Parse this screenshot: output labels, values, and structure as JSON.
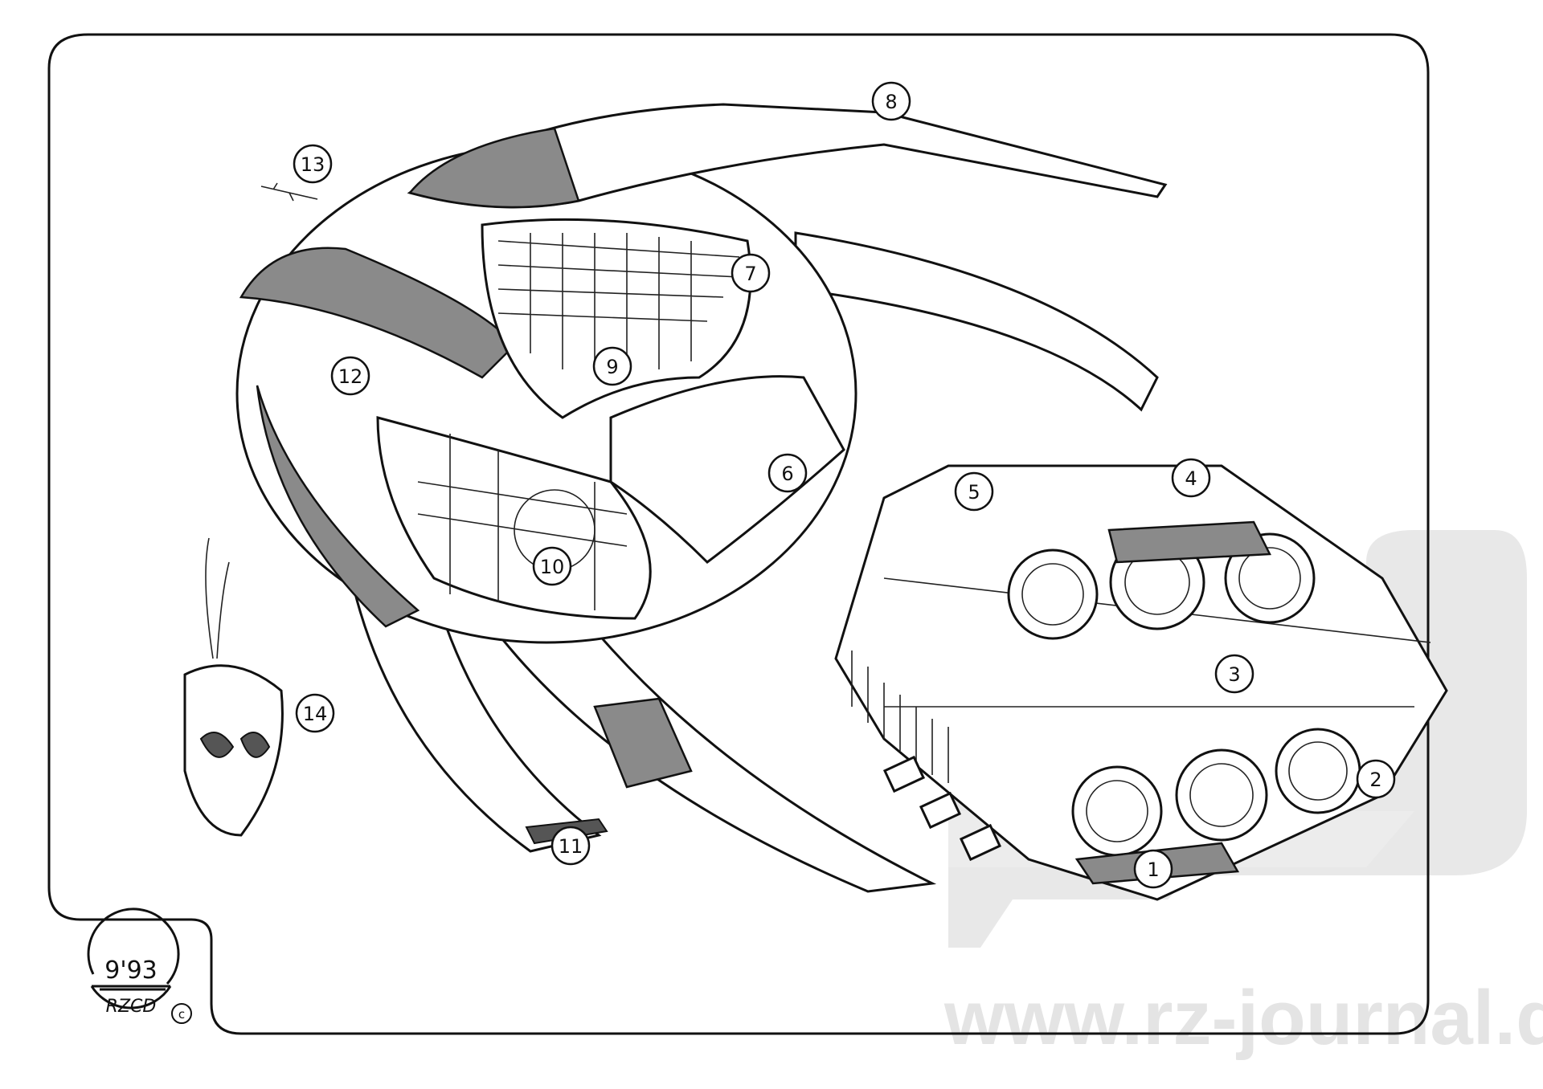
{
  "illustration": {
    "callouts": [
      {
        "number": "1"
      },
      {
        "number": "2"
      },
      {
        "number": "3"
      },
      {
        "number": "4"
      },
      {
        "number": "5"
      },
      {
        "number": "6"
      },
      {
        "number": "7"
      },
      {
        "number": "8"
      },
      {
        "number": "9"
      },
      {
        "number": "10"
      },
      {
        "number": "11"
      },
      {
        "number": "12"
      },
      {
        "number": "13"
      },
      {
        "number": "14"
      }
    ]
  },
  "signature": {
    "year": "9'93",
    "initials": "RZCD",
    "copyright": "c"
  },
  "watermark": {
    "text": "www.rz-journal.de"
  },
  "colors": {
    "ink": "#111111",
    "watermark": "#e4e4e4",
    "shading": "#8a8a8a"
  }
}
